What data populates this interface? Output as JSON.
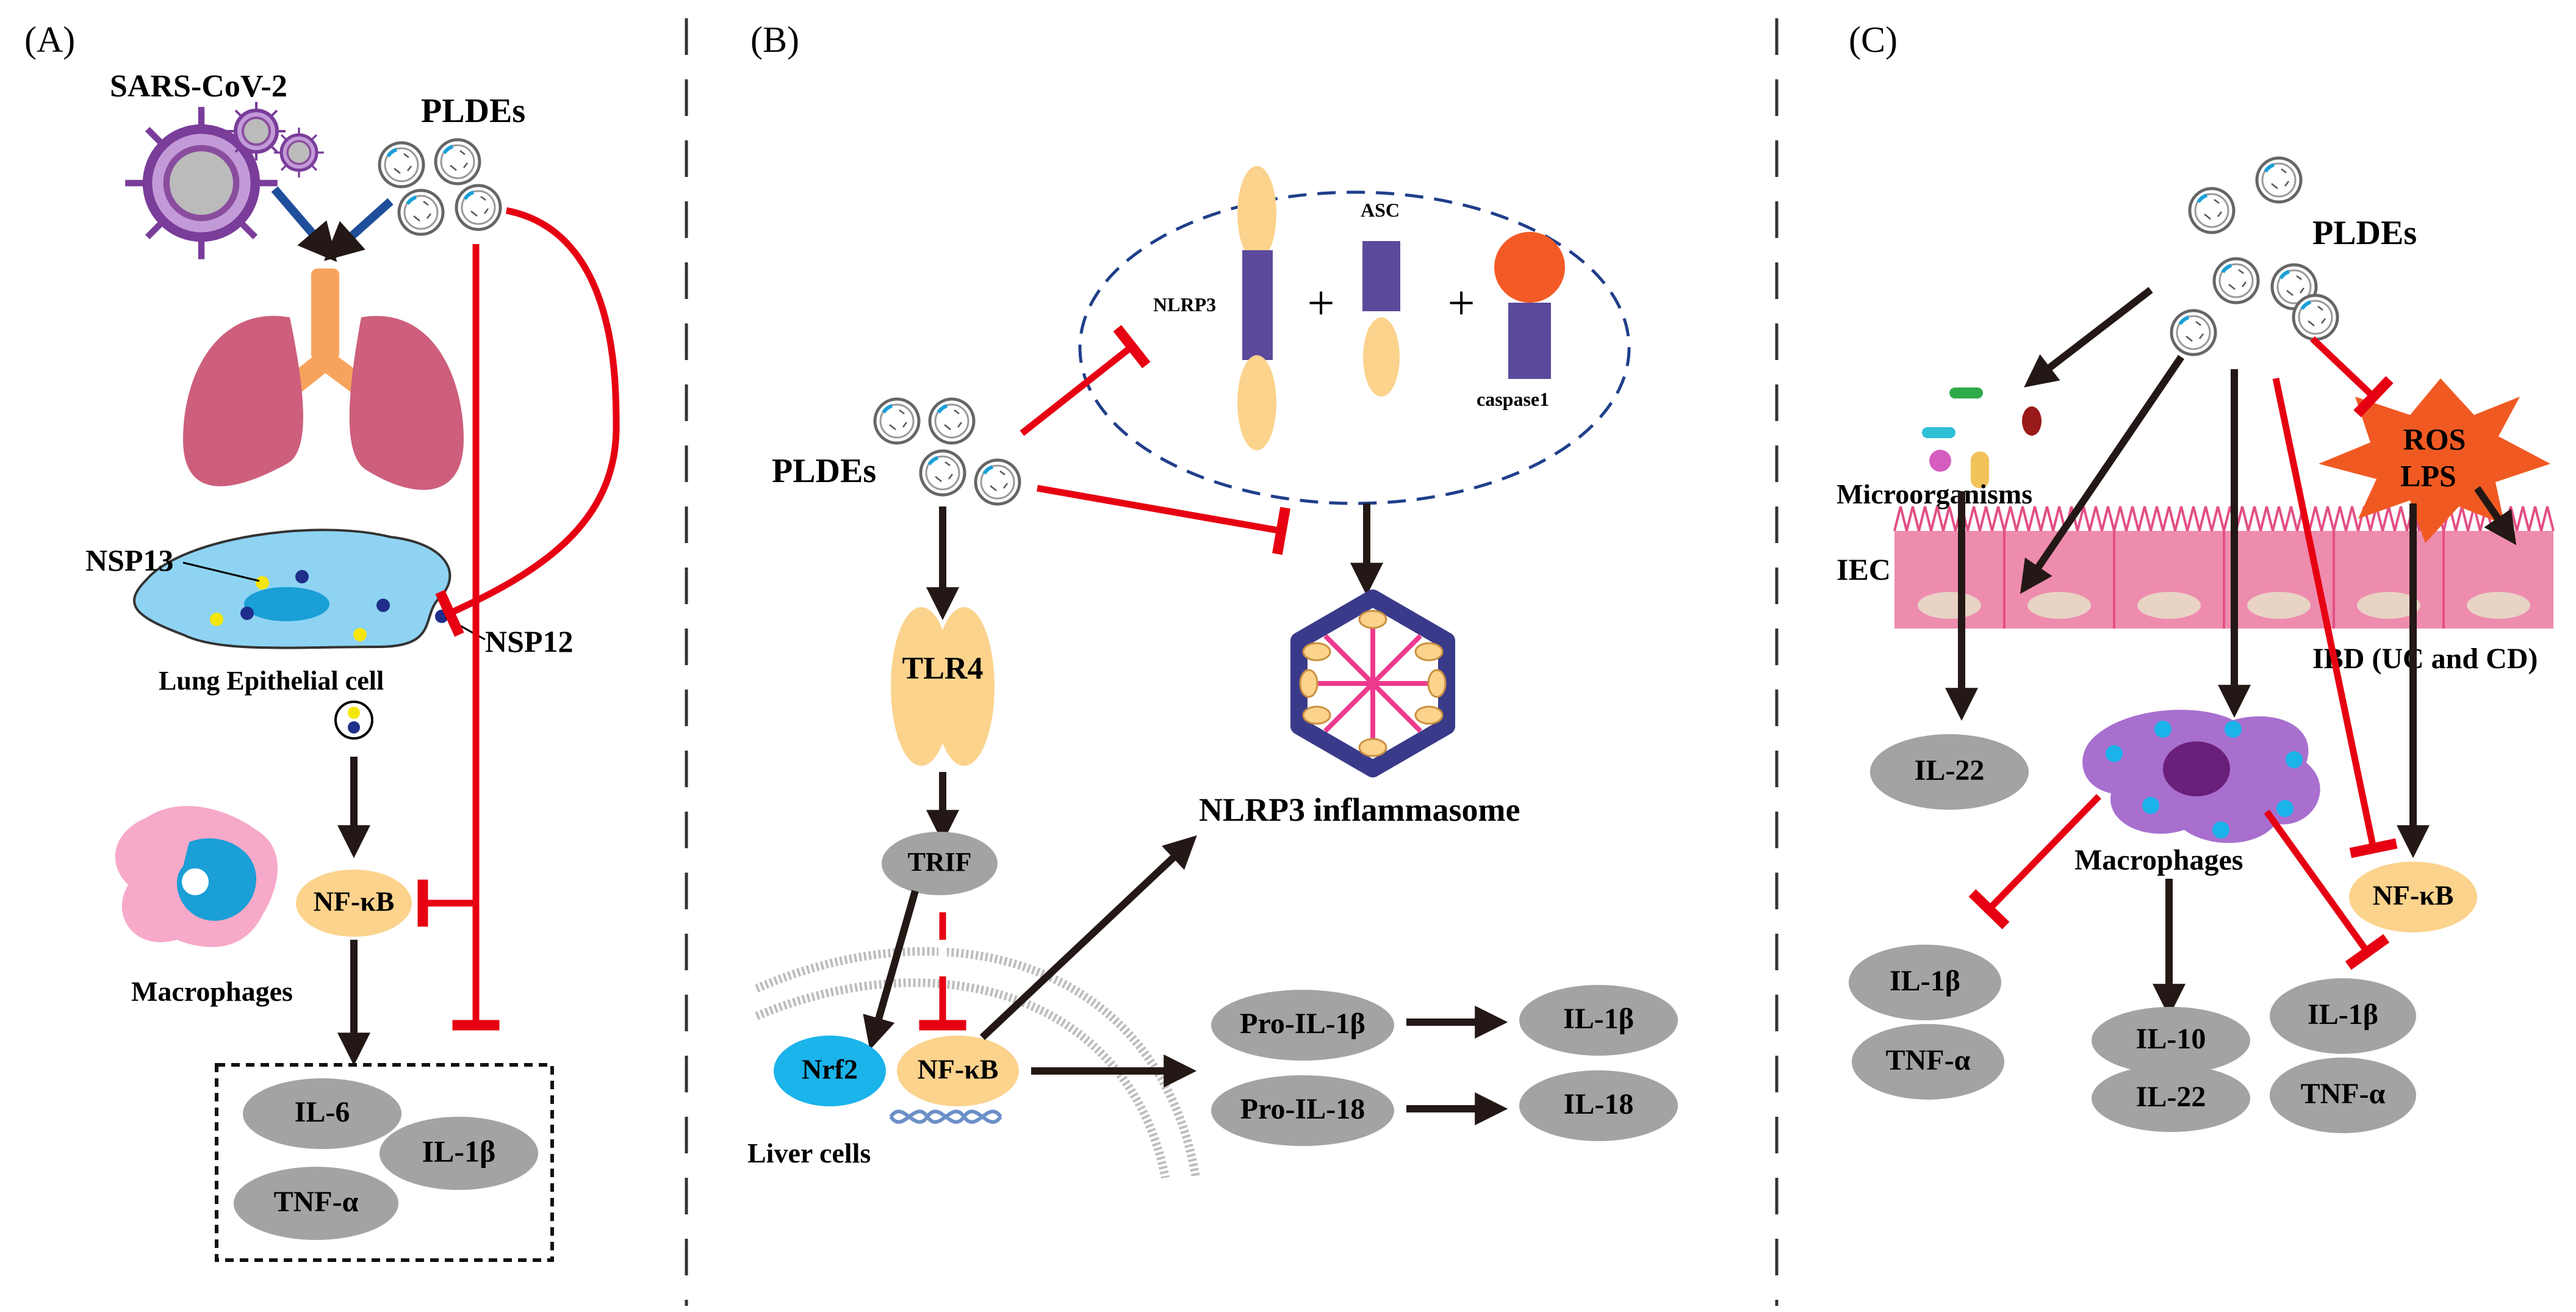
{
  "panels": {
    "a": {
      "label": "(A)"
    },
    "b": {
      "label": "(B)"
    },
    "c": {
      "label": "(C)"
    }
  },
  "panel_a": {
    "virus": "SARS-CoV-2",
    "pldes": "PLDEs",
    "nsp13": "NSP13",
    "nsp12": "NSP12",
    "cell": "Lung Epithelial cell",
    "macrophages": "Macrophages",
    "nfkb": "NF-κB",
    "il6": "IL-6",
    "il1b": "IL-1β",
    "tnfa": "TNF-α"
  },
  "panel_b": {
    "pldes": "PLDEs",
    "nlrp3": "NLRP3",
    "asc": "ASC",
    "caspase": "caspase1",
    "plus1": "+",
    "plus2": "+",
    "inflammasome": "NLRP3 inflammasome",
    "tlr4": "TLR4",
    "trif": "TRIF",
    "nrf2": "Nrf2",
    "nfkb": "NF-κB",
    "liver": "Liver cells",
    "pro_il1b": "Pro-IL-1β",
    "il1b": "IL-1β",
    "pro_il18": "Pro-IL-18",
    "il18": "IL-18"
  },
  "panel_c": {
    "pldes": "PLDEs",
    "microorganisms": "Microorganisms",
    "iec": "IEC",
    "ros": "ROS",
    "lps": "LPS",
    "ibd": "IBD (UC and CD)",
    "il22_left": "IL-22",
    "macrophages": "Macrophages",
    "nfkb": "NF-κB",
    "il1b_left": "IL-1β",
    "tnfa_left": "TNF-α",
    "il10": "IL-10",
    "il22_mid": "IL-22",
    "il1b_right": "IL-1β",
    "tnfa_right": "TNF-α"
  },
  "colors": {
    "activation_arrow": "#231815",
    "inhibition": "#e60012",
    "cytokine_gray": "#a3a3a3",
    "nfkb_fill": "#fbd38d",
    "nrf2_fill": "#1ab3ea",
    "lung": "#cd5f7d",
    "iec": "#ee8cae",
    "nlrp3_box": "#5b4a9b",
    "asc_oval": "#fbd38d",
    "caspase_head": "#f45a25",
    "ros_star": "#f05a22"
  }
}
